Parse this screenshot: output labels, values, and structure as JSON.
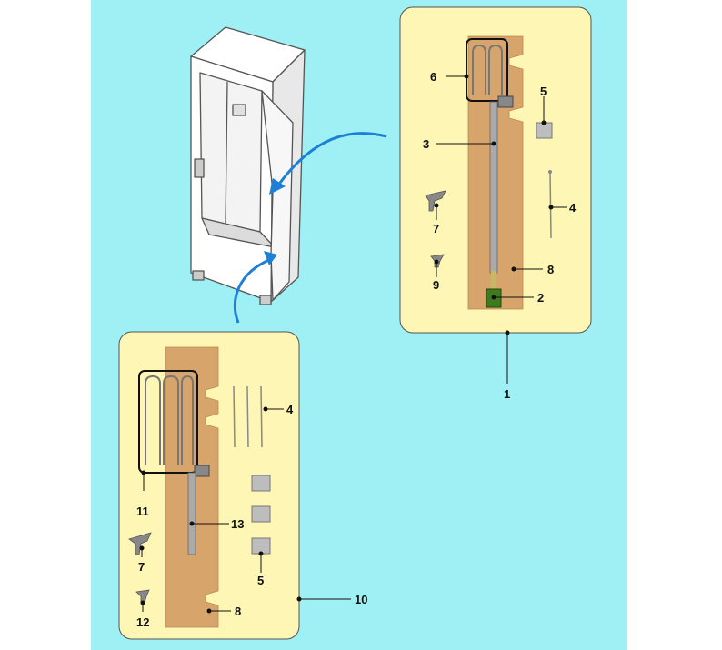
{
  "colors": {
    "background": "#9ff0f4",
    "panel": "#fdf6b4",
    "board": "#d7a56c",
    "arrow": "#1e7fd6",
    "cabinet_line": "#555555",
    "thermostat": "#3f7a1f"
  },
  "top_panel": {
    "callouts": {
      "c1": "1",
      "c2": "2",
      "c3": "3",
      "c4": "4",
      "c5": "5",
      "c6": "6",
      "c7": "7",
      "c8": "8",
      "c9": "9"
    }
  },
  "bottom_panel": {
    "callouts": {
      "c4": "4",
      "c5": "5",
      "c7": "7",
      "c8": "8",
      "c10": "10",
      "c11": "11",
      "c12": "12",
      "c13": "13"
    }
  }
}
